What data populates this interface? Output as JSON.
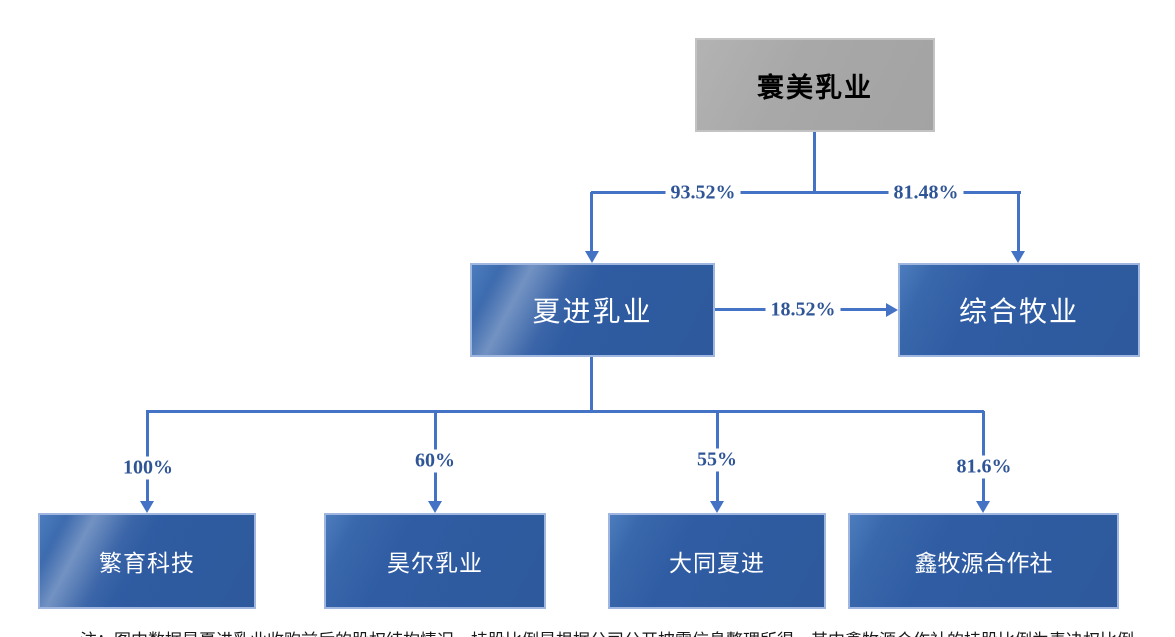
{
  "diagram": {
    "nodes": {
      "parent": {
        "label": "寰美乳业"
      },
      "mid_left": {
        "label": "夏进乳业"
      },
      "mid_right": {
        "label": "综合牧业"
      },
      "bottom": [
        {
          "label": "繁育科技",
          "ownership": "100%"
        },
        {
          "label": "昊尔乳业",
          "ownership": "60%"
        },
        {
          "label": "大同夏进",
          "ownership": "55%"
        },
        {
          "label": "鑫牧源合作社",
          "ownership": "81.6%"
        }
      ]
    },
    "edges": {
      "parent_to_mid_left": "93.52%",
      "parent_to_mid_right": "81.48%",
      "mid_left_to_mid_right": "18.52%"
    },
    "colors": {
      "box_blue": "#2f5ca3",
      "box_blue_border": "#9fb7e0",
      "box_gray": "#a8a8a8",
      "connector_blue": "#4472c4",
      "pct_text_blue": "#2f5597"
    },
    "footnote": {
      "text": "注：图中数据是夏进乳业收购前后的股权结构情况，持股比例是根据公司公开披露信息整理所得，其中鑫牧源合作社的持股比例为表决权比例。"
    }
  }
}
